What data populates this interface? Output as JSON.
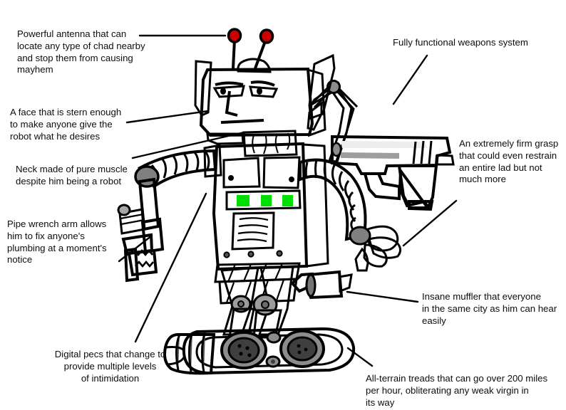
{
  "diagram": {
    "title": "Annotated robot diagram",
    "subject": "cartoon battle robot",
    "background_color": "#ffffff",
    "ink_color": "#000000"
  },
  "palette": {
    "gray_body": "#a6a6a6",
    "gray_dark": "#7f7f7f",
    "gray_light": "#bfbfbf",
    "red": "#cc0000",
    "red_bright": "#e8001c",
    "yellow": "#ffe000",
    "tan": "#efcf9c",
    "green": "#00e000",
    "brown_neck": "#8b4a44",
    "tread_dark": "#3a3a3a",
    "black": "#000000",
    "chrome": "#d9d9d9"
  },
  "callouts": [
    {
      "id": "antenna",
      "text": "Powerful antenna that can\nlocate any type of chad nearby\nand stop them from causing\nmayhem",
      "leader_from": [
        196,
        50
      ],
      "leader_to": [
        316,
        50
      ]
    },
    {
      "id": "face",
      "text": "A face that is stern enough\nto make anyone give the\nrobot what he desires",
      "leader_from": [
        178,
        171
      ],
      "leader_to": [
        290,
        157
      ]
    },
    {
      "id": "neck",
      "text": "Neck made of pure muscle\ndespite him being a robot",
      "leader_from": [
        185,
        222
      ],
      "leader_to": [
        341,
        187
      ]
    },
    {
      "id": "wrench",
      "text": "Pipe wrench arm allows\nhim to fix anyone's\nplumbing at a moment's\nnotice",
      "leader_from": [
        167,
        366
      ],
      "leader_to": [
        211,
        332
      ]
    },
    {
      "id": "pecs",
      "text": "Digital pecs that change to\n provide multiple levels\nof intimidation",
      "leader_from": [
        190,
        479
      ],
      "leader_to": [
        288,
        273
      ]
    },
    {
      "id": "weapons",
      "text": "Fully functional weapons system",
      "leader_from": [
        598,
        77
      ],
      "leader_to": [
        551,
        145
      ]
    },
    {
      "id": "grasp",
      "text": "An extremely firm grasp\nthat could even restrain\nan entire lad but not\nmuch more",
      "leader_from": [
        640,
        281
      ],
      "leader_to": [
        566,
        344
      ]
    },
    {
      "id": "muffler",
      "text": "Insane muffler that everyone\nin the same city as him can hear\neasily",
      "leader_from": [
        585,
        424
      ],
      "leader_to": [
        487,
        409
      ]
    },
    {
      "id": "treads",
      "text": "All-terrain treads that can go over 200 miles\nper hour, obliterating any weak virgin in\n its way",
      "leader_from": [
        521,
        513
      ],
      "leader_to": [
        489,
        489
      ]
    }
  ],
  "robot_parts": [
    {
      "id": "antenna-left",
      "label": "left antenna with red ball tip",
      "color": "#cc0000"
    },
    {
      "id": "antenna-right",
      "label": "right antenna with red ball tip",
      "color": "#cc0000"
    },
    {
      "id": "head-dome",
      "label": "red dome on top of head",
      "color": "#cc0000"
    },
    {
      "id": "horn-left",
      "label": "yellow left horn",
      "color": "#ffe000"
    },
    {
      "id": "horn-right",
      "label": "yellow right horn",
      "color": "#ffe000"
    },
    {
      "id": "head",
      "label": "gray box head",
      "color": "#a6a6a6"
    },
    {
      "id": "face",
      "label": "stern meme face"
    },
    {
      "id": "neck",
      "label": "muscle neck block",
      "color": "#8b4a44"
    },
    {
      "id": "torso",
      "label": "gray box torso",
      "color": "#a6a6a6"
    },
    {
      "id": "pec-left",
      "label": "tan left pectoral panel",
      "color": "#efcf9c"
    },
    {
      "id": "pec-right",
      "label": "tan right pectoral panel",
      "color": "#efcf9c"
    },
    {
      "id": "led-bar",
      "label": "black display bar with 3 green LEDs",
      "color": "#00e000"
    },
    {
      "id": "vent-panel",
      "label": "gray vent panel with ridges",
      "color": "#bfbfbf"
    },
    {
      "id": "arm-left-muscle",
      "label": "red ribbed muscle upper arm",
      "color": "#cc0000"
    },
    {
      "id": "pipe-wrench",
      "label": "red pipe wrench forearm",
      "color": "#cc0000"
    },
    {
      "id": "arm-right-muscle",
      "label": "red ribbed muscle right arm",
      "color": "#cc0000"
    },
    {
      "id": "claw-hand",
      "label": "gray claw grasper hand",
      "color": "#a6a6a6"
    },
    {
      "id": "weapon-arm",
      "label": "articulated shoulder weapon arm",
      "color": "#a6a6a6"
    },
    {
      "id": "pistol",
      "label": "chrome pistol with black grip",
      "color": "#d9d9d9"
    },
    {
      "id": "muffler",
      "label": "gray exhaust muffler pipe",
      "color": "#7f7f7f"
    },
    {
      "id": "legs",
      "label": "segmented mechanical legs",
      "color": "#a6a6a6"
    },
    {
      "id": "treads",
      "label": "all-terrain tank treads",
      "color": "#3a3a3a"
    }
  ]
}
